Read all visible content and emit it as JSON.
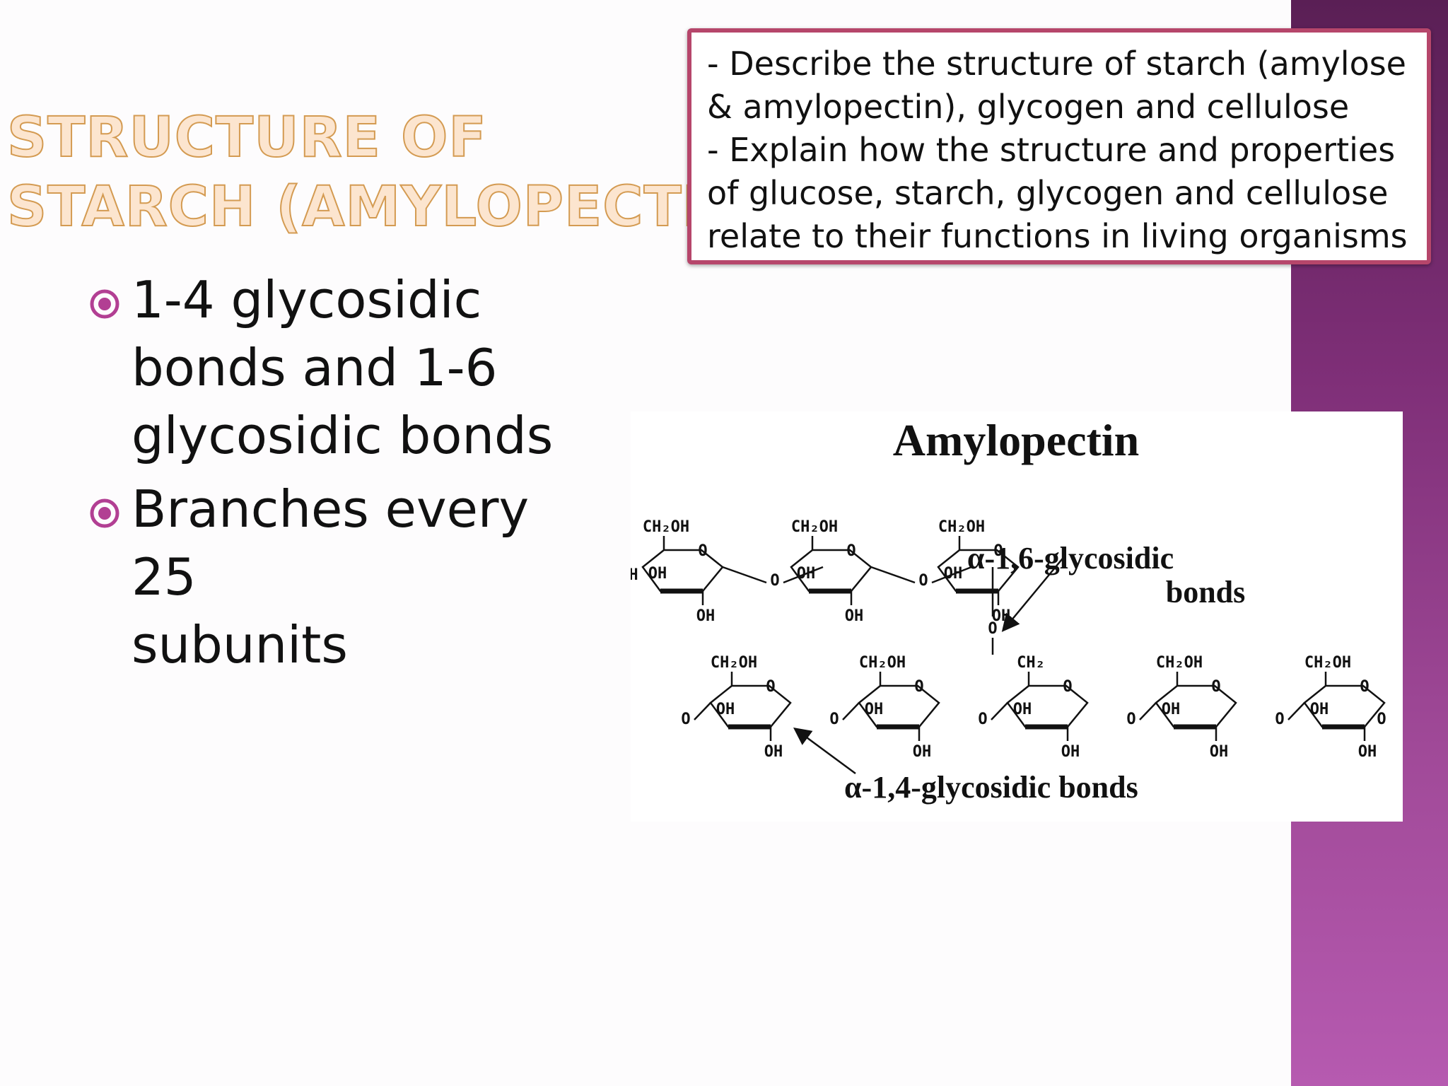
{
  "slide": {
    "title_lines": [
      "STRUCTURE OF",
      "STARCH (AMYLOPECTIN)"
    ],
    "objectives": [
      "- Describe the structure of starch (amylose",
      "& amylopectin), glycogen and cellulose",
      "- Explain how the structure and properties",
      "of glucose, starch, glycogen and cellulose",
      "relate to their functions in living organisms"
    ],
    "bullets": [
      {
        "lines": [
          "1-4 glycosidic",
          "bonds and 1-6",
          "glycosidic bonds"
        ]
      },
      {
        "lines": [
          "Branches every 25",
          "subunits"
        ]
      }
    ],
    "bullet_icon": "circle-dot-icon",
    "colors": {
      "accent": "#b6466b",
      "band": "#8c3a86",
      "title_fill": "#fce5cf",
      "title_stroke": "#d49b52"
    }
  },
  "diagram": {
    "title": "Amylopectin",
    "label_16": [
      "α-1,6-glycosidic",
      "bonds"
    ],
    "label_14": "α-1,4-glycosidic bonds",
    "ring_labels": {
      "ch2oh": "CH₂OH",
      "ch2": "CH₂",
      "o": "O",
      "oh": "OH",
      "h": "H"
    }
  }
}
